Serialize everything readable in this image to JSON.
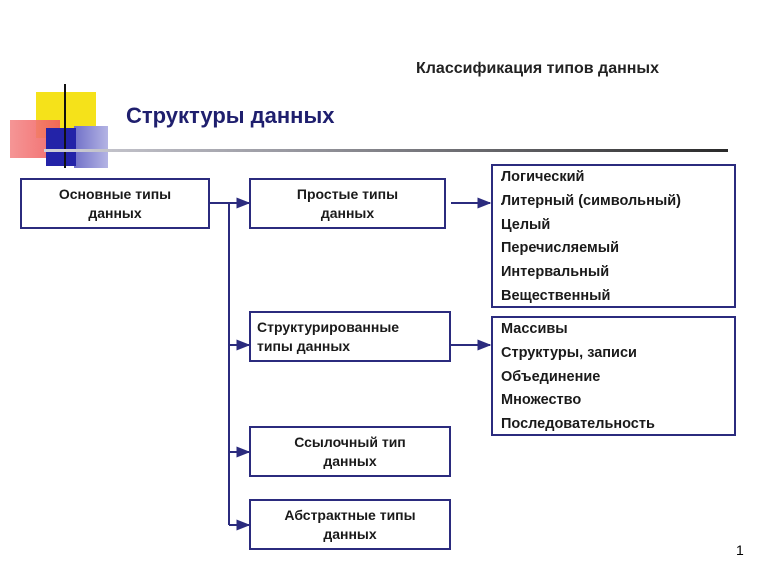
{
  "slide": {
    "subtitle": "Классификация типов данных",
    "title": "Структуры данных",
    "page_number": "1"
  },
  "diagram": {
    "root": {
      "label": "Основные типы\nданных"
    },
    "categories": [
      {
        "label": "Простые типы\nданных",
        "items": [
          "Логический",
          "Литерный (символьный)",
          "Целый",
          "Перечисляемый",
          "Интервальный",
          "Вещественный"
        ]
      },
      {
        "label": "Структурированные\nтипы данных",
        "items": [
          "Массивы",
          "Структуры, записи",
          "Объединение",
          "Множество",
          "Последовательность"
        ]
      },
      {
        "label": "Ссылочный тип\nданных"
      },
      {
        "label": "Абстрактные типы\nданных"
      }
    ]
  },
  "colors": {
    "accent": "#2b2b7e",
    "title": "#1f1f6e",
    "logo_yellow": "#f5e21a",
    "logo_red": "#f05c5c",
    "logo_blue": "#2323a8",
    "logo_lavender": "#9a9ad8"
  }
}
